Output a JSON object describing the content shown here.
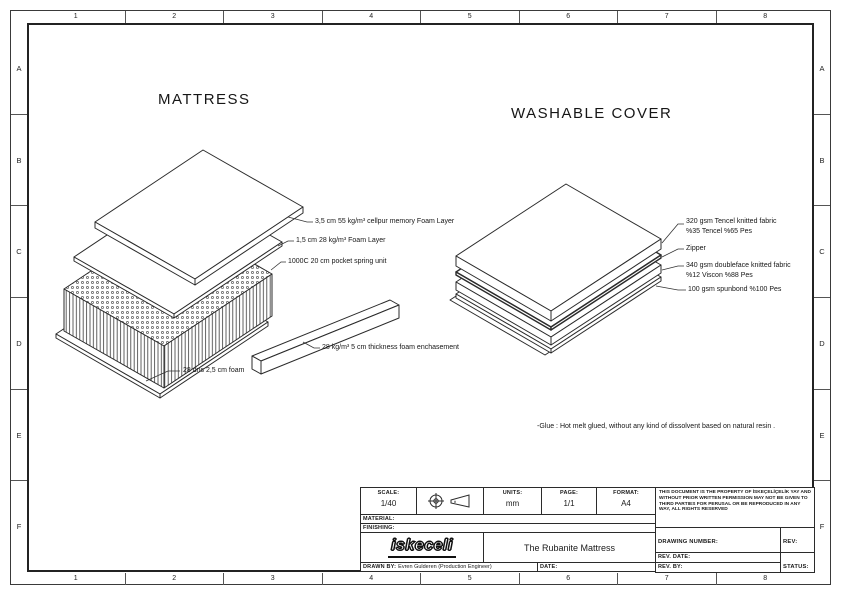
{
  "sheet": {
    "zone_numbers": [
      "1",
      "2",
      "3",
      "4",
      "5",
      "6",
      "7",
      "8"
    ],
    "row_letters": [
      "A",
      "B",
      "C",
      "D",
      "E",
      "F"
    ]
  },
  "diagram": {
    "mattress_title": "MATTRESS",
    "cover_title": "WASHABLE COVER",
    "mattress_labels": {
      "memory_foam": "3,5 cm 55 kg/m³ cellpur memory Foam Layer",
      "foam_layer": "1,5 cm 28 kg/m³ Foam Layer",
      "pocket_spring": "1000C 20 cm pocket spring unit",
      "foam_encasement": "28 kg/m³ 5 cm thickness foam enchasement",
      "base_foam": "28 dns  2,5 cm foam"
    },
    "cover_labels": {
      "tencel_line1": "320 gsm Tencel knitted fabric",
      "tencel_line2": "%35 Tencel %65 Pes",
      "zipper": "Zipper",
      "doubleface_line1": "340 gsm doubleface knitted fabric",
      "doubleface_line2": "%12 Viscon %88 Pes",
      "spunbond": "100 gsm spunbond %100 Pes"
    },
    "glue_note": "-Glue : Hot melt glued, without any kind of dissolvent based on natural resin ."
  },
  "title_block": {
    "scale_label": "SCALE:",
    "scale_value": "1/40",
    "units_label": "UNITS:",
    "units_value": "mm",
    "page_label": "PAGE:",
    "page_value": "1/1",
    "format_label": "FORMAT:",
    "format_value": "A4",
    "material_label": "MATERIAL:",
    "finishing_label": "FINISHING:",
    "legal_notice": "THIS DOCUMENT IS THE PROPERTY OF İSKEÇELİÇELİK YAY AND WITHOUT PRIOR WRITTEN PERMISSION MAY NOT BE GIVEN TO THIRD PARTIES FOR PERUSAL OR BE REPRODUCED IN ANY WAY, ALL RIGHTS RESERVED",
    "logo_text": "iskeceli",
    "drawing_title": "The Rubanite Mattress",
    "drawn_by_label": "DRAWN BY:",
    "drawn_by_value": "Evren Gulderen (Production Engineer)",
    "date_label": "DATE:",
    "drawing_number_label": "DRAWING NUMBER:",
    "rev_label": "REV:",
    "rev_date_label": "REV. DATE:",
    "rev_by_label": "REV. BY:",
    "status_label": "STATUS:"
  }
}
